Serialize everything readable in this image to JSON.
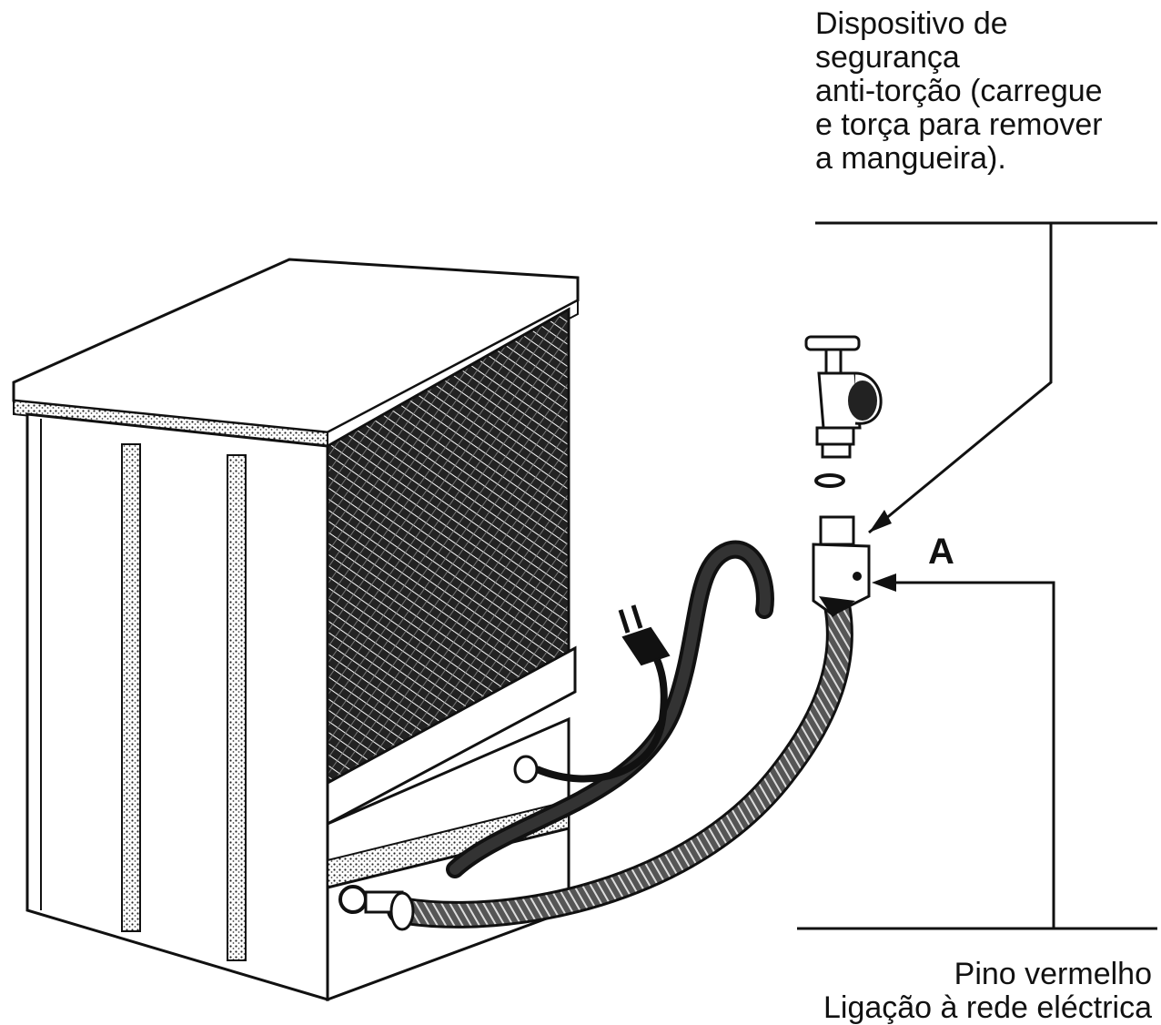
{
  "labels": {
    "top_callout_lines": [
      "Dispositivo de",
      "segurança",
      "anti-torção (carregue",
      "e torça para remover",
      "a mangueira)."
    ],
    "letter": "A",
    "bottom_callout_line1": "Pino vermelho",
    "bottom_callout_line2": "Ligação à rede eléctrica"
  },
  "colors": {
    "ink": "#111111",
    "paper": "#ffffff",
    "texture": "#1a1a1a"
  },
  "icons": [
    "dishwasher-illustration",
    "water-tap-icon",
    "hose-connector-icon",
    "power-plug-icon"
  ]
}
